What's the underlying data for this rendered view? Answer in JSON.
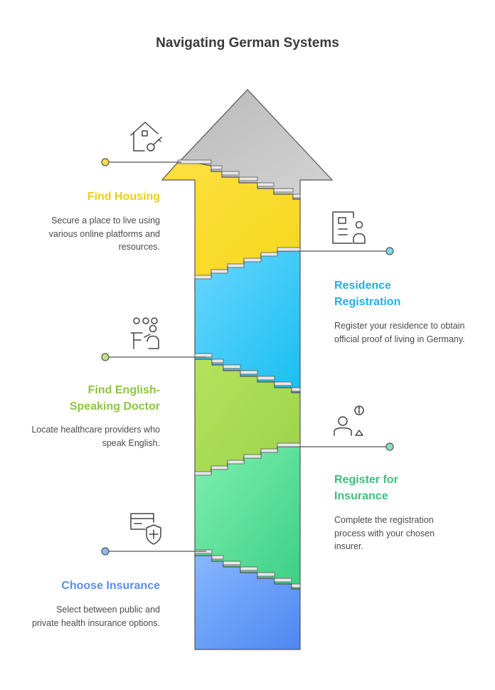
{
  "title": "Navigating German Systems",
  "steps": [
    {
      "id": "housing",
      "title": "Find Housing",
      "description": "Secure a place to live using various online platforms and resources.",
      "color": "#f2d11c",
      "icon": "house-key-icon"
    },
    {
      "id": "residence",
      "title": "Residence Registration",
      "description": "Register your residence to obtain official proof of living in Germany.",
      "color": "#2eb5e6",
      "icon": "id-card-person-icon"
    },
    {
      "id": "doctor",
      "title": "Find English-Speaking Doctor",
      "description": "Locate healthcare providers who speak English.",
      "color": "#8dc63f",
      "icon": "doctor-patients-icon"
    },
    {
      "id": "register",
      "title": "Register for Insurance",
      "description": "Complete the registration process with your chosen insurer.",
      "color": "#3ec27a",
      "icon": "person-info-icon"
    },
    {
      "id": "choose",
      "title": "Choose Insurance",
      "description": "Select between public and private health insurance options.",
      "color": "#5b8ee6",
      "icon": "insurance-card-icon"
    }
  ]
}
